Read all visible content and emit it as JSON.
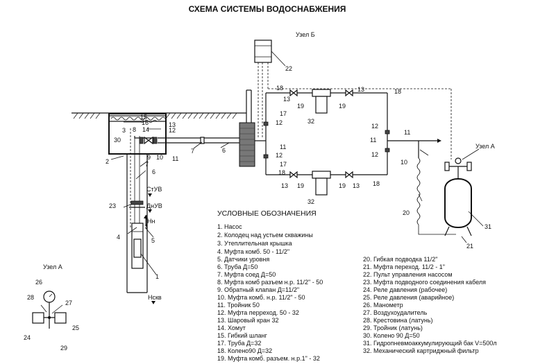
{
  "title": "СХЕМА СИСТЕМЫ ВОДОСНАБЖЕНИЯ",
  "nodes": {
    "node_b": "Узел Б",
    "node_a": "Узел А",
    "node_a_detail": "Узел А"
  },
  "levels": {
    "static": "СтУВ",
    "dynamic": "ДнУВ",
    "pump_height": "Нн",
    "well_depth": "Нскв"
  },
  "callouts": [
    "1",
    "2",
    "3",
    "4",
    "5",
    "6",
    "7",
    "8",
    "9",
    "10",
    "11",
    "12",
    "13",
    "14",
    "15",
    "16",
    "17",
    "18",
    "19",
    "20",
    "21",
    "22",
    "23",
    "24",
    "25",
    "26",
    "27",
    "28",
    "29",
    "30",
    "31",
    "32"
  ],
  "legend": {
    "title": "УСЛОВНЫЕ ОБОЗНАЧЕНИЯ",
    "left": [
      "1. Насос",
      "2. Колодец над устьем скважины",
      "3. Утеплительная крышка",
      "4. Муфта комб. 50 - 11/2\"",
      "5. Датчики уровня",
      "6. Труба Д=50",
      "7. Муфта соед Д=50",
      "8. Муфта комб разъем н.р. 11/2\" - 50",
      "9. Обратный клапан Д=11/2\"",
      "10. Муфта комб. н.р. 11/2\" - 50",
      "11. Тройник 50",
      "12. Муфта перреход. 50 - 32",
      "13. Шаровый кран 32",
      "14. Хомут",
      "15. Гибкий шланг",
      "17. Труба Д=32",
      "18. Колено90 Д=32",
      "19. Муфта комб. разъем. н.р.1\" - 32"
    ],
    "right": [
      "20. Гибкая подводка 11/2\"",
      "21. Муфта переход. 11/2 - 1\"",
      "22. Пульт управления насосом",
      "23. Муфта подводного соединения кабеля",
      "24. Реле давления (рабочее)",
      "25. Реле давления (аварийное)",
      "26. Манометр",
      "27. Воздухоудалитель",
      "28. Крестовина (латунь)",
      "29. Тройник (латунь)",
      "30. Колено 90 Д=50",
      "31. Гидропневмоаккумулирующий бак V=500л",
      "32. Механический картриджный фильтр"
    ]
  }
}
